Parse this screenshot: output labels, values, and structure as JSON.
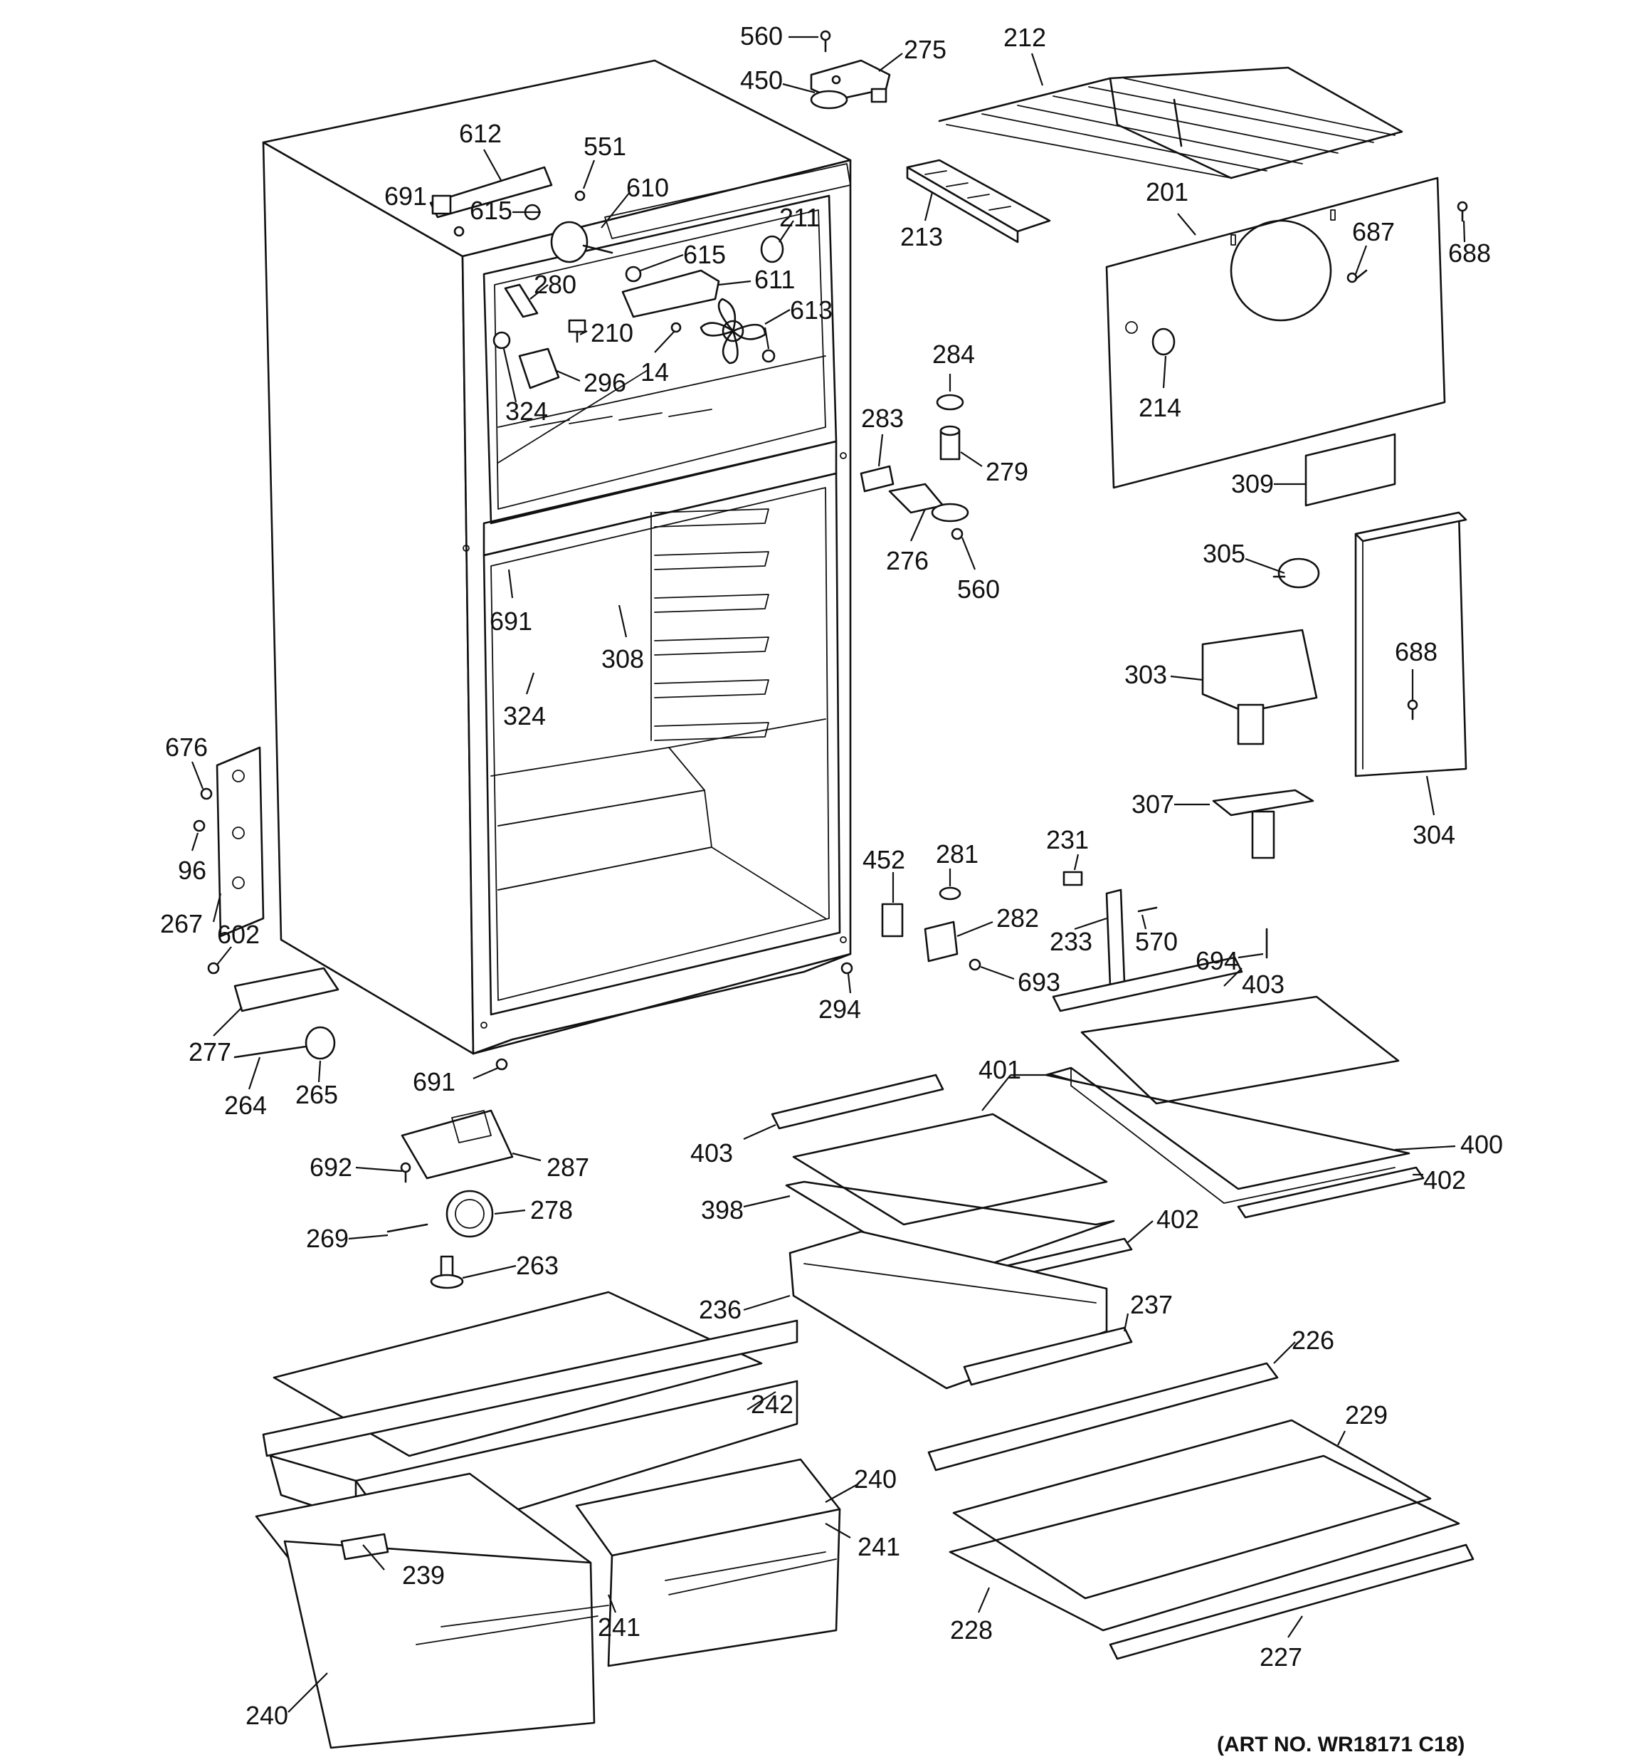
{
  "art_number": "(ART NO. WR18171 C18)",
  "labels": [
    {
      "id": "560a",
      "text": "560"
    },
    {
      "id": "275",
      "text": "275"
    },
    {
      "id": "212",
      "text": "212"
    },
    {
      "id": "450",
      "text": "450"
    },
    {
      "id": "612",
      "text": "612"
    },
    {
      "id": "551",
      "text": "551"
    },
    {
      "id": "691a",
      "text": "691"
    },
    {
      "id": "615a",
      "text": "615"
    },
    {
      "id": "610",
      "text": "610"
    },
    {
      "id": "211",
      "text": "211"
    },
    {
      "id": "615b",
      "text": "615"
    },
    {
      "id": "280",
      "text": "280"
    },
    {
      "id": "611",
      "text": "611"
    },
    {
      "id": "613",
      "text": "613"
    },
    {
      "id": "210",
      "text": "210"
    },
    {
      "id": "14",
      "text": "14"
    },
    {
      "id": "296",
      "text": "296"
    },
    {
      "id": "324a",
      "text": "324"
    },
    {
      "id": "213",
      "text": "213"
    },
    {
      "id": "201",
      "text": "201"
    },
    {
      "id": "687",
      "text": "687"
    },
    {
      "id": "688a",
      "text": "688"
    },
    {
      "id": "284",
      "text": "284"
    },
    {
      "id": "214",
      "text": "214"
    },
    {
      "id": "283",
      "text": "283"
    },
    {
      "id": "279",
      "text": "279"
    },
    {
      "id": "309",
      "text": "309"
    },
    {
      "id": "276",
      "text": "276"
    },
    {
      "id": "560b",
      "text": "560"
    },
    {
      "id": "305",
      "text": "305"
    },
    {
      "id": "691b",
      "text": "691"
    },
    {
      "id": "308",
      "text": "308"
    },
    {
      "id": "324b",
      "text": "324"
    },
    {
      "id": "303",
      "text": "303"
    },
    {
      "id": "688b",
      "text": "688"
    },
    {
      "id": "676",
      "text": "676"
    },
    {
      "id": "96",
      "text": "96"
    },
    {
      "id": "307",
      "text": "307"
    },
    {
      "id": "304",
      "text": "304"
    },
    {
      "id": "452",
      "text": "452"
    },
    {
      "id": "281",
      "text": "281"
    },
    {
      "id": "231",
      "text": "231"
    },
    {
      "id": "267",
      "text": "267"
    },
    {
      "id": "602",
      "text": "602"
    },
    {
      "id": "282",
      "text": "282"
    },
    {
      "id": "233",
      "text": "233"
    },
    {
      "id": "570",
      "text": "570"
    },
    {
      "id": "694",
      "text": "694"
    },
    {
      "id": "693",
      "text": "693"
    },
    {
      "id": "294",
      "text": "294"
    },
    {
      "id": "403a",
      "text": "403"
    },
    {
      "id": "277",
      "text": "277"
    },
    {
      "id": "264",
      "text": "264"
    },
    {
      "id": "265",
      "text": "265"
    },
    {
      "id": "691c",
      "text": "691"
    },
    {
      "id": "401",
      "text": "401"
    },
    {
      "id": "403b",
      "text": "403"
    },
    {
      "id": "400",
      "text": "400"
    },
    {
      "id": "692",
      "text": "692"
    },
    {
      "id": "287",
      "text": "287"
    },
    {
      "id": "402a",
      "text": "402"
    },
    {
      "id": "398",
      "text": "398"
    },
    {
      "id": "278",
      "text": "278"
    },
    {
      "id": "402b",
      "text": "402"
    },
    {
      "id": "269",
      "text": "269"
    },
    {
      "id": "263",
      "text": "263"
    },
    {
      "id": "236",
      "text": "236"
    },
    {
      "id": "237",
      "text": "237"
    },
    {
      "id": "226",
      "text": "226"
    },
    {
      "id": "242",
      "text": "242"
    },
    {
      "id": "229",
      "text": "229"
    },
    {
      "id": "240a",
      "text": "240"
    },
    {
      "id": "241a",
      "text": "241"
    },
    {
      "id": "239",
      "text": "239"
    },
    {
      "id": "241b",
      "text": "241"
    },
    {
      "id": "228",
      "text": "228"
    },
    {
      "id": "227",
      "text": "227"
    },
    {
      "id": "240b",
      "text": "240"
    }
  ]
}
